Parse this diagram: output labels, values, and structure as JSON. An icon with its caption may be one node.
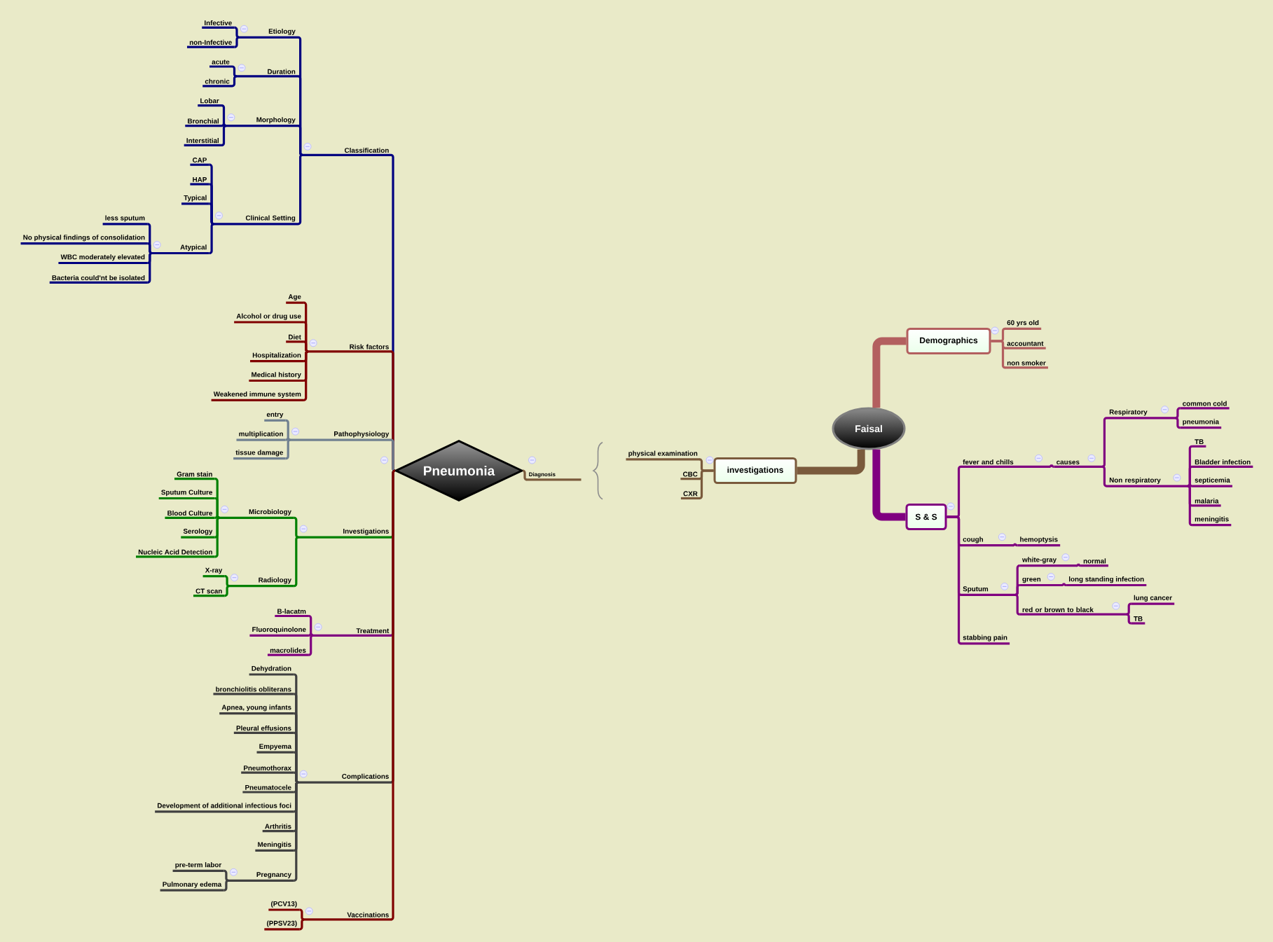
{
  "diagram": {
    "nodes": [
      {
        "text": [
          "Pneumonia"
        ]
      },
      {
        "text": [
          "Classification"
        ]
      },
      {
        "text": [
          "Etiology"
        ]
      },
      {
        "text": [
          "Infective"
        ]
      },
      {
        "text": [
          "non-Infective"
        ]
      },
      {
        "text": [
          "Duration"
        ]
      },
      {
        "text": [
          "acute"
        ]
      },
      {
        "text": [
          "chronic"
        ]
      },
      {
        "text": [
          "Morphology"
        ]
      },
      {
        "text": [
          "Lobar"
        ]
      },
      {
        "text": [
          "Bronchial"
        ]
      },
      {
        "text": [
          "Interstitial"
        ]
      },
      {
        "text": [
          "Clinical Setting"
        ]
      },
      {
        "text": [
          "CAP"
        ]
      },
      {
        "text": [
          "HAP"
        ]
      },
      {
        "text": [
          "Typical"
        ]
      },
      {
        "text": [
          "Atypical"
        ]
      },
      {
        "text": [
          "less sputum"
        ]
      },
      {
        "text": [
          "No physical findings of consolidation"
        ]
      },
      {
        "text": [
          "WBC moderately elevated"
        ]
      },
      {
        "text": [
          "Bacteria could'nt be isolated"
        ]
      },
      {
        "text": [
          "Risk factors"
        ]
      },
      {
        "text": [
          "Age"
        ]
      },
      {
        "text": [
          "Alcohol or drug use"
        ]
      },
      {
        "text": [
          "Diet"
        ]
      },
      {
        "text": [
          "Hospitalization"
        ]
      },
      {
        "text": [
          "Medical history"
        ]
      },
      {
        "text": [
          "Weakened immune system"
        ]
      },
      {
        "text": [
          "Pathophysiology"
        ]
      },
      {
        "text": [
          "entry"
        ]
      },
      {
        "text": [
          "multiplication"
        ]
      },
      {
        "text": [
          "tissue damage"
        ]
      },
      {
        "text": [
          "Investigations"
        ]
      },
      {
        "text": [
          "Microbiology"
        ]
      },
      {
        "text": [
          "Gram stain"
        ]
      },
      {
        "text": [
          "Sputum Culture"
        ]
      },
      {
        "text": [
          "Blood Culture"
        ]
      },
      {
        "text": [
          "Serology"
        ]
      },
      {
        "text": [
          "Nucleic Acid Detection"
        ]
      },
      {
        "text": [
          "Radiology"
        ]
      },
      {
        "text": [
          "X-ray"
        ]
      },
      {
        "text": [
          "CT scan"
        ]
      },
      {
        "text": [
          "Treatment"
        ]
      },
      {
        "text": [
          "B-lacatm"
        ]
      },
      {
        "text": [
          "Fluoroquinolone"
        ]
      },
      {
        "text": [
          "macrolides"
        ]
      },
      {
        "text": [
          "Complications"
        ]
      },
      {
        "text": [
          "Dehydration"
        ]
      },
      {
        "text": [
          "bronchiolitis obliterans"
        ]
      },
      {
        "text": [
          "Apnea, young infants"
        ]
      },
      {
        "text": [
          "Pleural effusions"
        ]
      },
      {
        "text": [
          "Empyema"
        ]
      },
      {
        "text": [
          "Pneumothorax"
        ]
      },
      {
        "text": [
          "Pneumatocele"
        ]
      },
      {
        "text": [
          "Development of additional infectious foci"
        ]
      },
      {
        "text": [
          "Arthritis"
        ]
      },
      {
        "text": [
          "Meningitis"
        ]
      },
      {
        "text": [
          "Pregnancy"
        ]
      },
      {
        "text": [
          "pre-term labor"
        ]
      },
      {
        "text": [
          "Pulmonary edema"
        ]
      },
      {
        "text": [
          "Vaccinations"
        ]
      },
      {
        "text": [
          "(PCV13)"
        ]
      },
      {
        "text": [
          "(PPSV23)"
        ]
      },
      {
        "text": [
          "Diagnosis"
        ]
      },
      {
        "text": [
          "Faisal"
        ]
      },
      {
        "text": [
          "Demographics"
        ]
      },
      {
        "text": [
          "60 yrs old"
        ]
      },
      {
        "text": [
          "accountant"
        ]
      },
      {
        "text": [
          "non smoker"
        ]
      },
      {
        "text": [
          "S & S"
        ]
      },
      {
        "text": [
          "fever and chills"
        ]
      },
      {
        "text": [
          "causes"
        ]
      },
      {
        "text": [
          "Respiratory"
        ]
      },
      {
        "text": [
          "common cold"
        ]
      },
      {
        "text": [
          "pneumonia"
        ]
      },
      {
        "text": [
          "Non respiratory"
        ]
      },
      {
        "text": [
          "TB"
        ]
      },
      {
        "text": [
          "Bladder infection"
        ]
      },
      {
        "text": [
          "septicemia"
        ]
      },
      {
        "text": [
          "malaria"
        ]
      },
      {
        "text": [
          "meningitis"
        ]
      },
      {
        "text": [
          "cough"
        ]
      },
      {
        "text": [
          "hemoptysis"
        ]
      },
      {
        "text": [
          "Sputum"
        ]
      },
      {
        "text": [
          "white-gray"
        ]
      },
      {
        "text": [
          "normal"
        ]
      },
      {
        "text": [
          "green"
        ]
      },
      {
        "text": [
          "long standing infection"
        ]
      },
      {
        "text": [
          "red or brown to black"
        ]
      },
      {
        "text": [
          "lung cancer"
        ]
      },
      {
        "text": [
          "TB"
        ]
      },
      {
        "text": [
          "stabbing pain"
        ]
      },
      {
        "text": [
          "investigations"
        ]
      },
      {
        "text": [
          "physical examination"
        ]
      },
      {
        "text": [
          "CBC"
        ]
      },
      {
        "text": [
          "CXR"
        ]
      }
    ],
    "edges": [
      {
        "from": 0,
        "to": 1,
        "arrow": "none",
        "color": "#000080"
      },
      {
        "from": 1,
        "to": 2,
        "arrow": "none",
        "color": "#000080"
      },
      {
        "from": 2,
        "to": 3,
        "arrow": "none",
        "color": "#000080"
      },
      {
        "from": 2,
        "to": 4,
        "arrow": "none",
        "color": "#000080"
      },
      {
        "from": 1,
        "to": 5,
        "arrow": "none",
        "color": "#000080"
      },
      {
        "from": 5,
        "to": 6,
        "arrow": "none",
        "color": "#000080"
      },
      {
        "from": 5,
        "to": 7,
        "arrow": "none",
        "color": "#000080"
      },
      {
        "from": 1,
        "to": 8,
        "arrow": "none",
        "color": "#000080"
      },
      {
        "from": 8,
        "to": 9,
        "arrow": "none",
        "color": "#000080"
      },
      {
        "from": 8,
        "to": 10,
        "arrow": "none",
        "color": "#000080"
      },
      {
        "from": 8,
        "to": 11,
        "arrow": "none",
        "color": "#000080"
      },
      {
        "from": 1,
        "to": 12,
        "arrow": "none",
        "color": "#000080"
      },
      {
        "from": 12,
        "to": 13,
        "arrow": "none",
        "color": "#000080"
      },
      {
        "from": 12,
        "to": 14,
        "arrow": "none",
        "color": "#000080"
      },
      {
        "from": 12,
        "to": 15,
        "arrow": "none",
        "color": "#000080"
      },
      {
        "from": 12,
        "to": 16,
        "arrow": "none",
        "color": "#000080"
      },
      {
        "from": 16,
        "to": 17,
        "arrow": "none",
        "color": "#000080"
      },
      {
        "from": 16,
        "to": 18,
        "arrow": "none",
        "color": "#000080"
      },
      {
        "from": 16,
        "to": 19,
        "arrow": "none",
        "color": "#000080"
      },
      {
        "from": 16,
        "to": 20,
        "arrow": "none",
        "color": "#000080"
      },
      {
        "from": 0,
        "to": 21,
        "arrow": "none",
        "color": "#800000"
      },
      {
        "from": 21,
        "to": 22,
        "arrow": "none",
        "color": "#800000"
      },
      {
        "from": 21,
        "to": 23,
        "arrow": "none",
        "color": "#800000"
      },
      {
        "from": 21,
        "to": 24,
        "arrow": "none",
        "color": "#800000"
      },
      {
        "from": 21,
        "to": 25,
        "arrow": "none",
        "color": "#800000"
      },
      {
        "from": 21,
        "to": 26,
        "arrow": "none",
        "color": "#800000"
      },
      {
        "from": 21,
        "to": 27,
        "arrow": "none",
        "color": "#800000"
      },
      {
        "from": 0,
        "to": 28,
        "arrow": "none",
        "color": "#708090"
      },
      {
        "from": 28,
        "to": 29,
        "arrow": "none",
        "color": "#708090"
      },
      {
        "from": 28,
        "to": 30,
        "arrow": "none",
        "color": "#708090"
      },
      {
        "from": 28,
        "to": 31,
        "arrow": "none",
        "color": "#708090"
      },
      {
        "from": 0,
        "to": 32,
        "arrow": "none",
        "color": "#008000"
      },
      {
        "from": 32,
        "to": 33,
        "arrow": "none",
        "color": "#008000"
      },
      {
        "from": 33,
        "to": 34,
        "arrow": "none",
        "color": "#008000"
      },
      {
        "from": 33,
        "to": 35,
        "arrow": "none",
        "color": "#008000"
      },
      {
        "from": 33,
        "to": 36,
        "arrow": "none",
        "color": "#008000"
      },
      {
        "from": 33,
        "to": 37,
        "arrow": "none",
        "color": "#008000"
      },
      {
        "from": 33,
        "to": 38,
        "arrow": "none",
        "color": "#008000"
      },
      {
        "from": 32,
        "to": 39,
        "arrow": "none",
        "color": "#008000"
      },
      {
        "from": 39,
        "to": 40,
        "arrow": "none",
        "color": "#008000"
      },
      {
        "from": 39,
        "to": 41,
        "arrow": "none",
        "color": "#008000"
      },
      {
        "from": 0,
        "to": 42,
        "arrow": "none"
      },
      {
        "from": 42,
        "to": 43,
        "arrow": "none"
      },
      {
        "from": 42,
        "to": 44,
        "arrow": "none"
      },
      {
        "from": 42,
        "to": 45,
        "arrow": "none"
      },
      {
        "from": 0,
        "to": 46,
        "arrow": "none",
        "color": "#404040"
      },
      {
        "from": 46,
        "to": 47,
        "arrow": "none",
        "color": "#404040"
      },
      {
        "from": 46,
        "to": 48,
        "arrow": "none",
        "color": "#404040"
      },
      {
        "from": 46,
        "to": 49,
        "arrow": "none",
        "color": "#404040"
      },
      {
        "from": 46,
        "to": 50,
        "arrow": "none",
        "color": "#404040"
      },
      {
        "from": 46,
        "to": 51,
        "arrow": "none",
        "color": "#404040"
      },
      {
        "from": 46,
        "to": 52,
        "arrow": "none",
        "color": "#404040"
      },
      {
        "from": 46,
        "to": 53,
        "arrow": "none",
        "color": "#404040"
      },
      {
        "from": 46,
        "to": 54,
        "arrow": "none",
        "color": "#404040"
      },
      {
        "from": 46,
        "to": 55,
        "arrow": "none",
        "color": "#404040"
      },
      {
        "from": 46,
        "to": 56,
        "arrow": "none",
        "color": "#404040"
      },
      {
        "from": 46,
        "to": 57,
        "arrow": "none",
        "color": "#404040"
      },
      {
        "from": 57,
        "to": 58,
        "arrow": "none",
        "color": "#404040"
      },
      {
        "from": 57,
        "to": 59,
        "arrow": "none",
        "color": "#404040"
      },
      {
        "from": 0,
        "to": 60,
        "arrow": "none",
        "color": "#800000"
      },
      {
        "from": 60,
        "to": 61,
        "arrow": "none",
        "color": "#800000"
      },
      {
        "from": 60,
        "to": 62,
        "arrow": "none",
        "color": "#800000"
      },
      {
        "from": 0,
        "to": 63,
        "arrow": "none",
        "color": "#7a5a3c"
      },
      {
        "from": 64,
        "to": 65,
        "arrow": "none",
        "style": "thick",
        "color": "#b35f5f"
      },
      {
        "from": 65,
        "to": 66,
        "arrow": "none",
        "color": "#b35f5f"
      },
      {
        "from": 65,
        "to": 67,
        "arrow": "none",
        "color": "#b35f5f"
      },
      {
        "from": 65,
        "to": 68,
        "arrow": "none",
        "color": "#b35f5f"
      },
      {
        "from": 64,
        "to": 69,
        "arrow": "none",
        "style": "thick"
      },
      {
        "from": 69,
        "to": 70,
        "arrow": "none"
      },
      {
        "from": 70,
        "to": 71,
        "arrow": "none"
      },
      {
        "from": 71,
        "to": 72,
        "arrow": "none"
      },
      {
        "from": 72,
        "to": 73,
        "arrow": "none"
      },
      {
        "from": 72,
        "to": 74,
        "arrow": "none"
      },
      {
        "from": 71,
        "to": 75,
        "arrow": "none"
      },
      {
        "from": 75,
        "to": 76,
        "arrow": "none"
      },
      {
        "from": 75,
        "to": 77,
        "arrow": "none"
      },
      {
        "from": 75,
        "to": 78,
        "arrow": "none"
      },
      {
        "from": 75,
        "to": 79,
        "arrow": "none"
      },
      {
        "from": 75,
        "to": 80,
        "arrow": "none"
      },
      {
        "from": 69,
        "to": 81,
        "arrow": "none"
      },
      {
        "from": 81,
        "to": 82,
        "arrow": "none"
      },
      {
        "from": 69,
        "to": 83,
        "arrow": "none"
      },
      {
        "from": 83,
        "to": 84,
        "arrow": "none"
      },
      {
        "from": 84,
        "to": 85,
        "arrow": "none"
      },
      {
        "from": 83,
        "to": 86,
        "arrow": "none"
      },
      {
        "from": 86,
        "to": 87,
        "arrow": "none"
      },
      {
        "from": 83,
        "to": 88,
        "arrow": "none"
      },
      {
        "from": 88,
        "to": 89,
        "arrow": "none"
      },
      {
        "from": 88,
        "to": 90,
        "arrow": "none"
      },
      {
        "from": 69,
        "to": 91,
        "arrow": "none"
      },
      {
        "from": 64,
        "to": 92,
        "arrow": "none",
        "style": "thick",
        "color": "#7a5a3c"
      },
      {
        "from": 92,
        "to": 93,
        "arrow": "none",
        "color": "#7a5a3c"
      },
      {
        "from": 92,
        "to": 94,
        "arrow": "none",
        "color": "#7a5a3c"
      },
      {
        "from": 92,
        "to": 95,
        "arrow": "none",
        "color": "#7a5a3c"
      }
    ]
  }
}
